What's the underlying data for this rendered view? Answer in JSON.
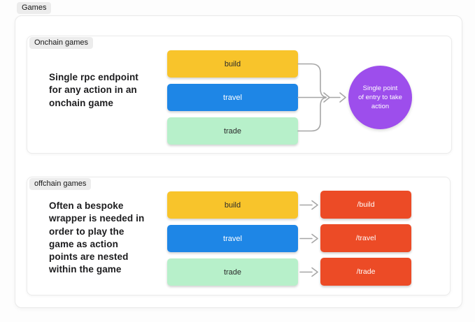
{
  "page_tag": "Games",
  "colors": {
    "yellow": "#F8C42B",
    "blue": "#1E86E6",
    "green": "#B7F0CA",
    "red": "#EC4B26",
    "purple": "#9D4EEC",
    "arrow": "#A6A6A6",
    "dark_text": "#2B2B2B",
    "light_text": "#FFFFFF"
  },
  "onchain": {
    "tag": "Onchain games",
    "description": "Single rpc endpoint\nfor any action in an\nonchain game",
    "boxes": [
      {
        "label": "build",
        "bg": "#F8C42B",
        "fg": "#2B2B2B"
      },
      {
        "label": "travel",
        "bg": "#1E86E6",
        "fg": "#FFFFFF"
      },
      {
        "label": "trade",
        "bg": "#B7F0CA",
        "fg": "#2B2B2B"
      }
    ],
    "circle": {
      "text": "Single point\nof entry to take\naction",
      "bg": "#9D4EEC"
    }
  },
  "offchain": {
    "tag": "offchain games",
    "description": "Often a bespoke\nwrapper is needed in\norder to play the\ngame as action\npoints are nested\nwithin the game",
    "rows": [
      {
        "source": "build",
        "source_bg": "#F8C42B",
        "source_fg": "#2B2B2B",
        "target": "/build",
        "target_bg": "#EC4B26"
      },
      {
        "source": "travel",
        "source_bg": "#1E86E6",
        "source_fg": "#FFFFFF",
        "target": "/travel",
        "target_bg": "#EC4B26"
      },
      {
        "source": "trade",
        "source_bg": "#B7F0CA",
        "source_fg": "#2B2B2B",
        "target": "/trade",
        "target_bg": "#EC4B26"
      }
    ]
  }
}
